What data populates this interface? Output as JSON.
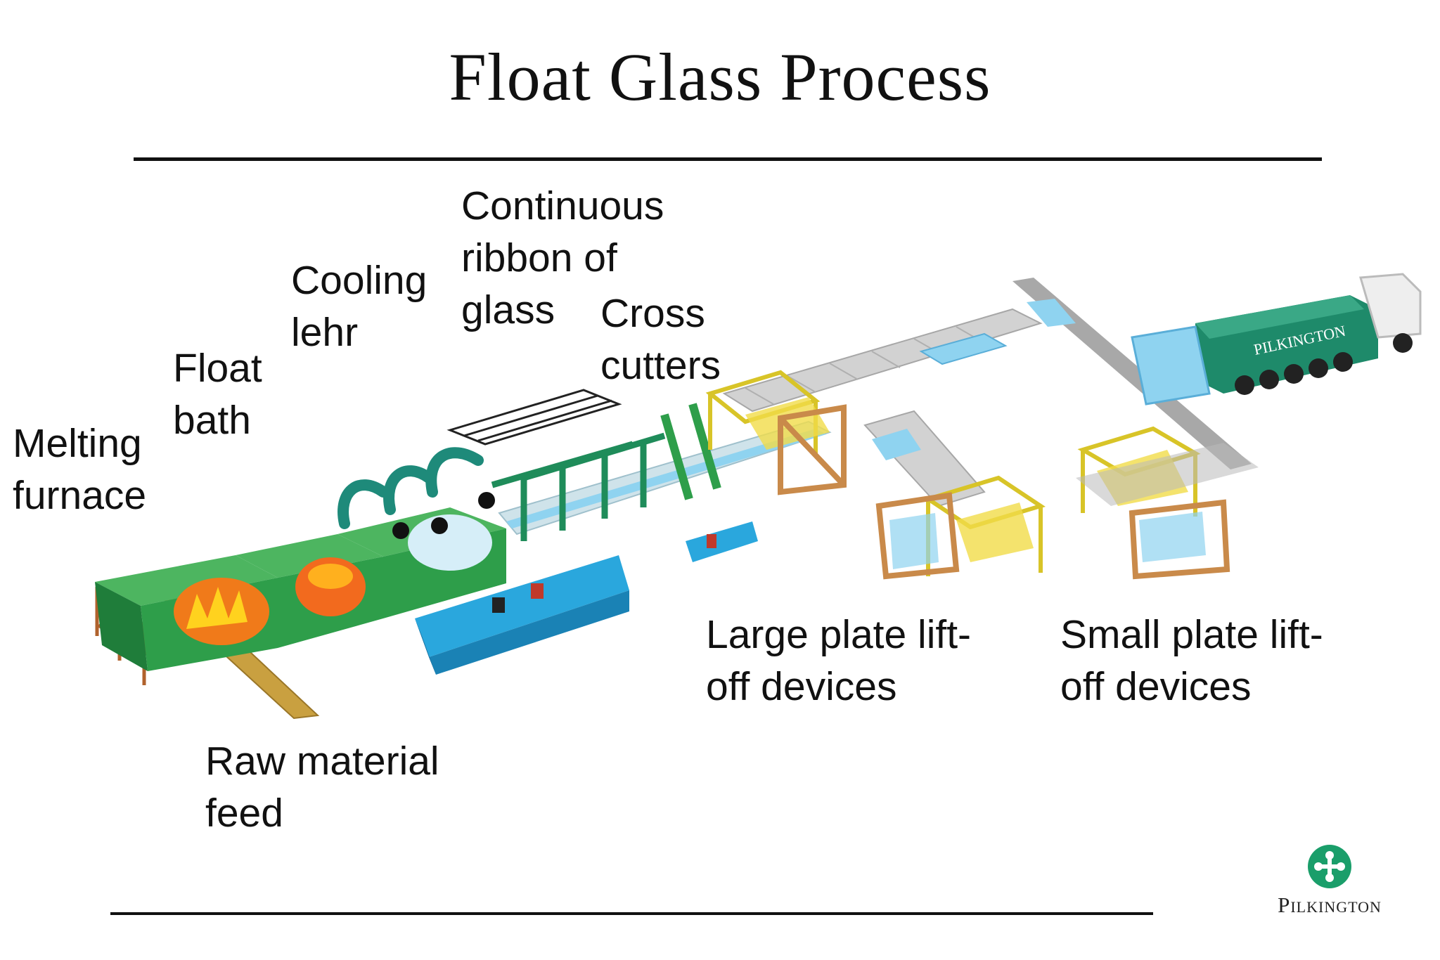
{
  "title": "Float Glass Process",
  "labels": {
    "melting_furnace": "Melting\nfurnace",
    "float_bath": "Float\nbath",
    "cooling_lehr": "Cooling\nlehr",
    "continuous_ribbon": "Continuous\nribbon of\nglass",
    "cross_cutters": "Cross\ncutters",
    "large_plate": "Large plate lift-\noff devices",
    "small_plate": "Small plate lift-\noff devices",
    "raw_material": "Raw material\nfeed"
  },
  "truck_text": "PILKINGTON",
  "logo_text": "Pilkington",
  "colors": {
    "green": "#2e9e4a",
    "dark_green": "#1f7d3a",
    "teal": "#1e8a7a",
    "glass_blue": "#8fd3f0",
    "console_blue": "#2aa7dd",
    "yellow": "#e3d23a",
    "wood": "#c98a4a",
    "grey": "#b9b9b9",
    "fire_orange": "#f07a1a",
    "fire_yellow": "#ffd21e",
    "logo_green": "#1a9e6a"
  }
}
